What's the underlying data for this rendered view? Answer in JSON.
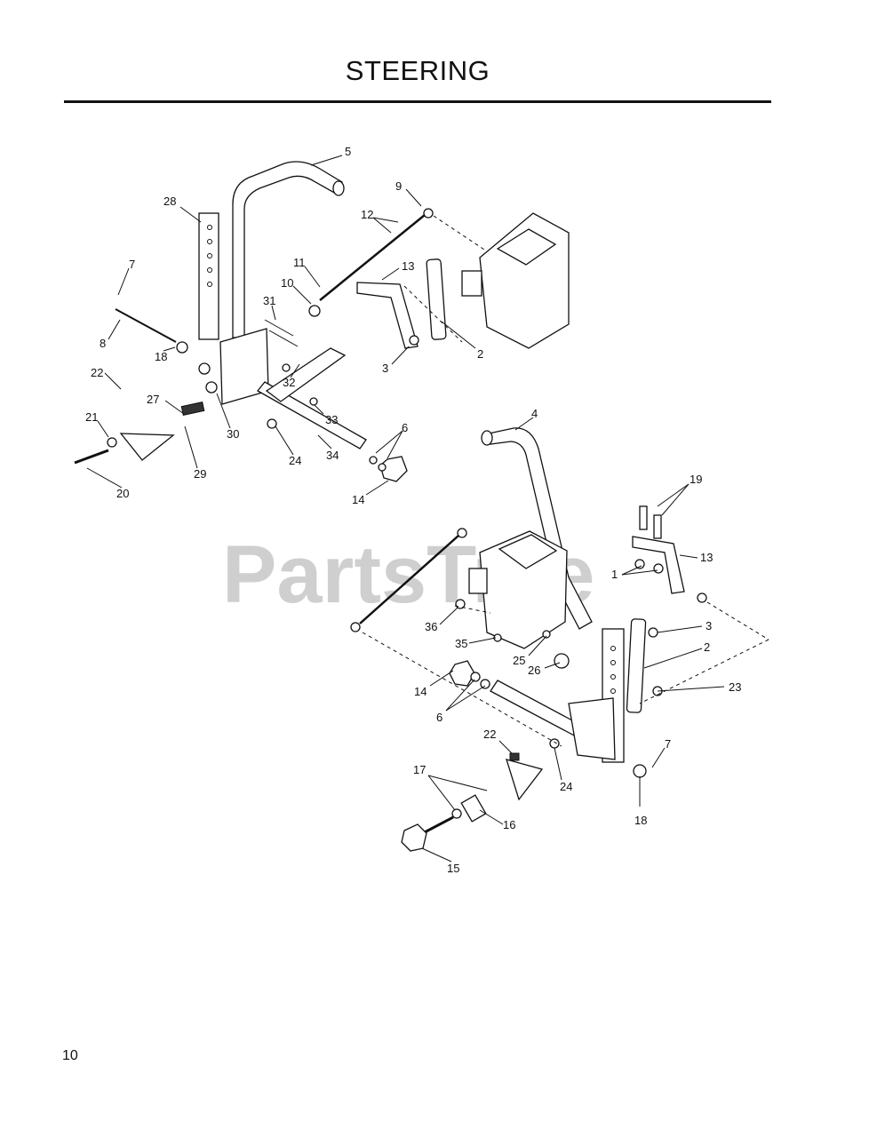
{
  "page": {
    "title": "STEERING",
    "page_number": "10",
    "watermark": "PartsTree"
  },
  "labels": {
    "l5": "5",
    "l28": "28",
    "l9": "9",
    "l12": "12",
    "l7a": "7",
    "l11": "11",
    "l13a": "13",
    "l10": "10",
    "l31": "31",
    "l8": "8",
    "l18a": "18",
    "l32": "32",
    "l3a": "3",
    "l2a": "2",
    "l22a": "22",
    "l27": "27",
    "l33": "33",
    "l21": "21",
    "l30": "30",
    "l24a": "24",
    "l34": "34",
    "l6a": "6",
    "l29": "29",
    "l20": "20",
    "l14a": "14",
    "l4": "4",
    "l19": "19",
    "l13b": "13",
    "l1": "1",
    "l3b": "3",
    "l36": "36",
    "l35": "35",
    "l25": "25",
    "l26": "26",
    "l2b": "2",
    "l14b": "14",
    "l23": "23",
    "l6b": "6",
    "l22b": "22",
    "l7b": "7",
    "l17": "17",
    "l24b": "24",
    "l18b": "18",
    "l16": "16",
    "l15": "15"
  }
}
